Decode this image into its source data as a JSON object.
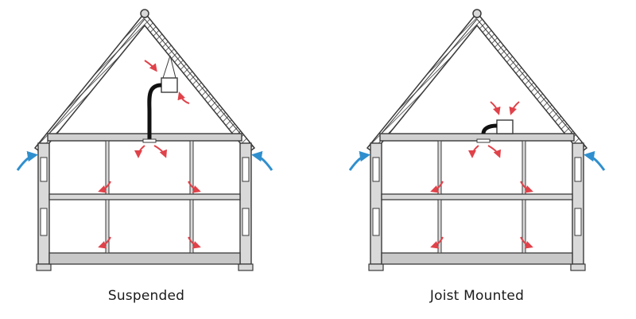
{
  "panels": [
    {
      "id": "suspended",
      "caption": "Suspended",
      "unit": "suspended"
    },
    {
      "id": "joist-mounted",
      "caption": "Joist Mounted",
      "unit": "joist"
    }
  ],
  "colors": {
    "outline": "#3a3a3a",
    "wall_fill": "#d9d9d9",
    "slab_fill": "#c8c8c8",
    "intake_arrow": "#2f8fce",
    "supply_arrow": "#e0424a",
    "duct": "#111111",
    "unit_fill": "#ffffff"
  }
}
